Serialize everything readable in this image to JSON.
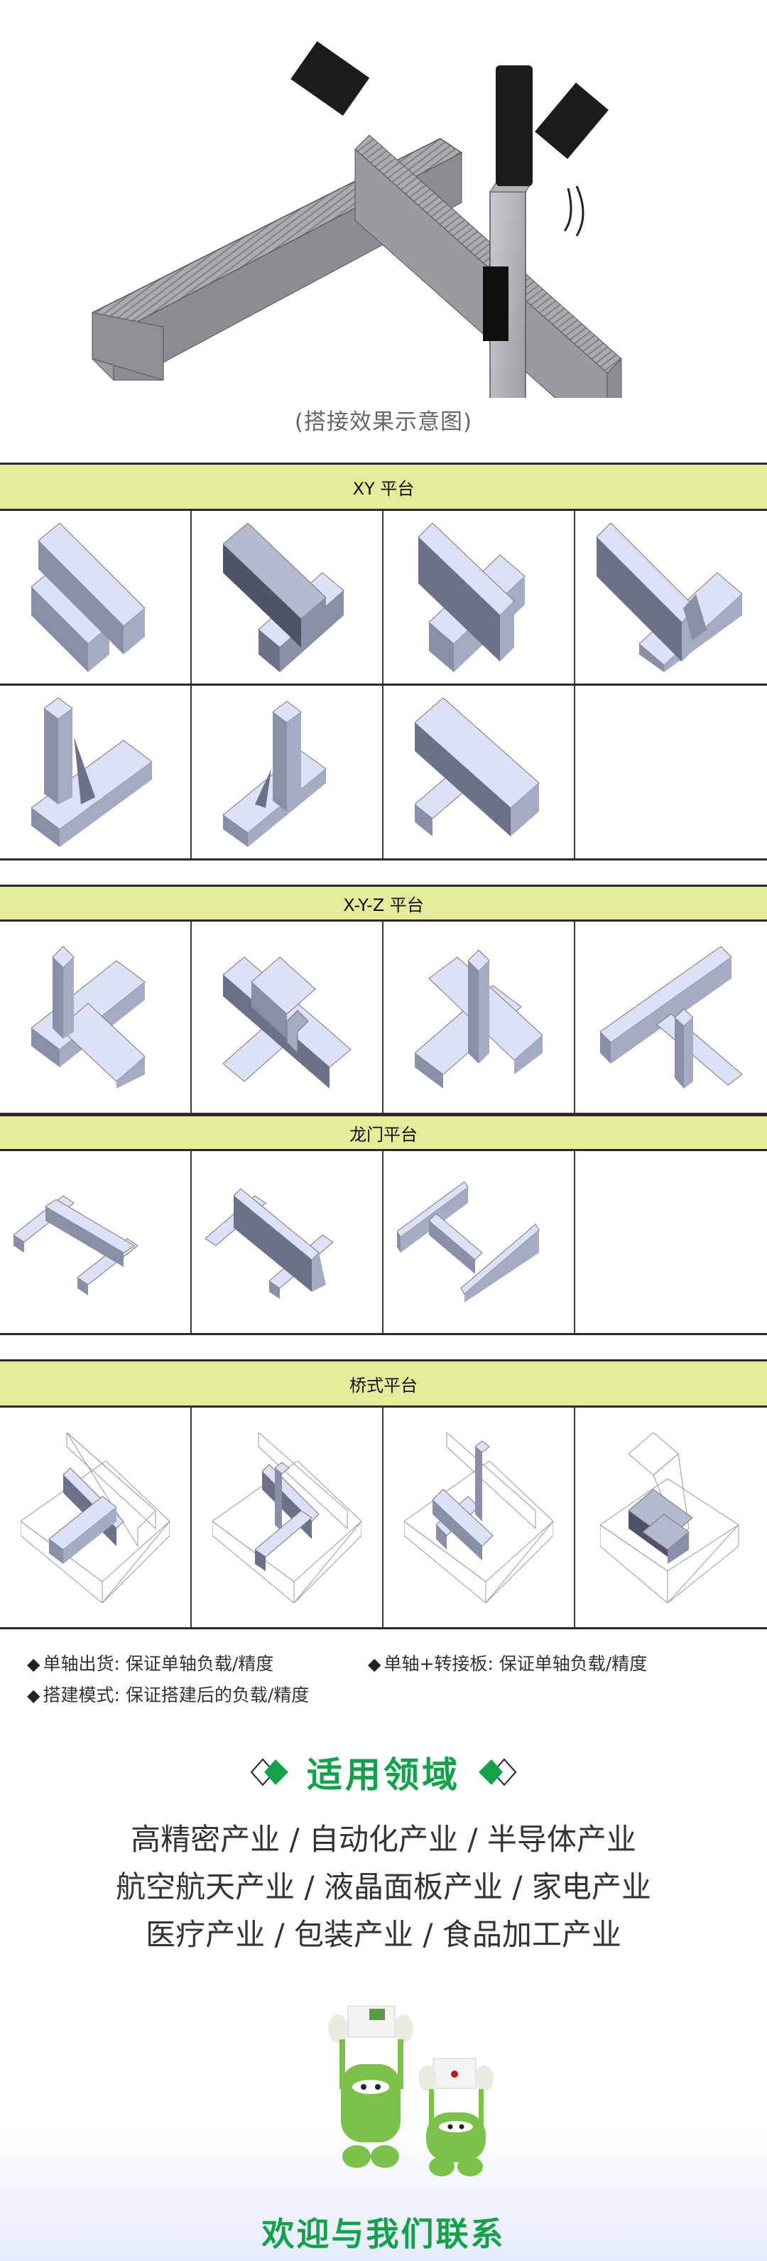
{
  "hero": {
    "image": "xyz-linear-module-assembly-render",
    "caption": "(搭接效果示意图)"
  },
  "sections": [
    {
      "title": "XY  平台",
      "rows": [
        [
          "xy-1",
          "xy-2",
          "xy-3",
          "xy-4"
        ],
        [
          "xy-5",
          "xy-6",
          "xy-7",
          ""
        ]
      ]
    },
    {
      "title": "X-Y-Z 平台",
      "rows": [
        [
          "xyz-1",
          "xyz-2",
          "xyz-3",
          "xyz-4"
        ]
      ]
    },
    {
      "title": "龙门平台",
      "rows": [
        [
          "gantry-1",
          "gantry-2",
          "gantry-3",
          ""
        ]
      ]
    },
    {
      "title": "桥式平台",
      "rows": [
        [
          "bridge-1",
          "bridge-2",
          "bridge-3",
          "bridge-4"
        ]
      ]
    }
  ],
  "notes": [
    {
      "bullet": "◆",
      "text": "单轴出货: 保证单轴负载/精度"
    },
    {
      "bullet": "◆",
      "text": "单轴+转接板: 保证单轴负载/精度"
    },
    {
      "bullet": "◆",
      "text": "搭建模式: 保证搭建后的负载/精度"
    }
  ],
  "fields": {
    "title": "适用领域",
    "lines": [
      "高精密产业 / 自动化产业 / 半导体产业",
      "航空航天产业 / 液晶面板产业 / 家电产业",
      "医疗产业 / 包装产业 / 食品加工产业"
    ]
  },
  "contact": {
    "mascot": "green-mascots-holding-envelopes",
    "text": "欢迎与我们联系"
  },
  "colors": {
    "band": "#e4ec9b",
    "accent_green": "#13a14a",
    "block_top": "#dde1f7",
    "block_left": "#8a8fa8",
    "block_right": "#a6abc4"
  }
}
